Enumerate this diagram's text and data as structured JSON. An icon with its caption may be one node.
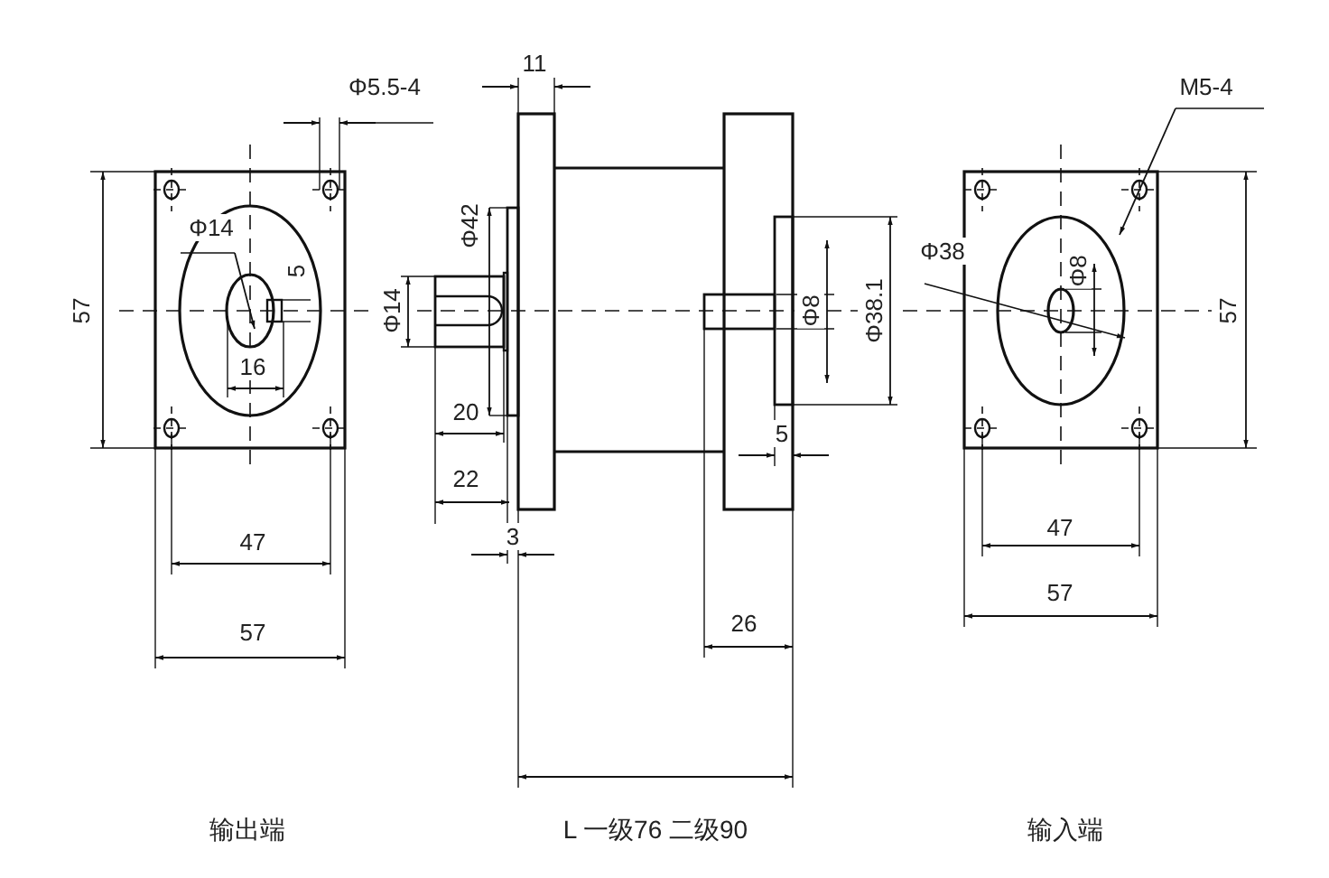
{
  "diagram": {
    "labels": [
      "11",
      "Φ5.5-4",
      "M5-4",
      "Φ42",
      "Φ14",
      "5",
      "Φ38",
      "Φ8",
      "57",
      "Φ14",
      "Φ8",
      "Φ38.1",
      "57",
      "16",
      "20",
      "5",
      "22",
      "47",
      "3",
      "47",
      "57",
      "57",
      "26",
      "输出端",
      "L 一级76 二级90",
      "输入端"
    ]
  }
}
